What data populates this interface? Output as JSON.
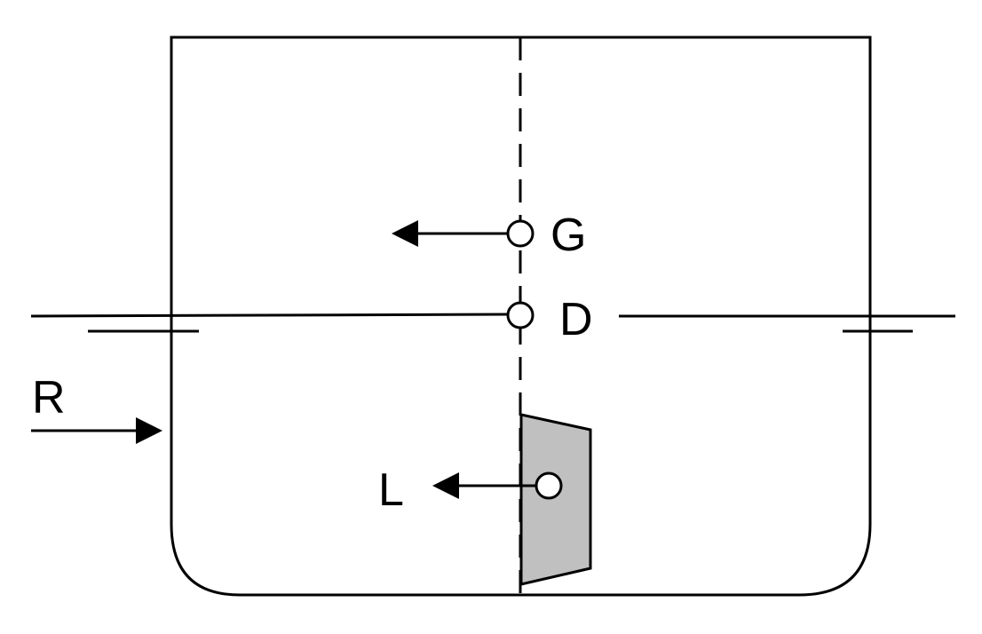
{
  "labels": {
    "g": "G",
    "d": "D",
    "r": "R",
    "l": "L"
  },
  "colors": {
    "stroke": "#000000",
    "fill_keel": "#c0c0c0",
    "background": "#ffffff"
  }
}
